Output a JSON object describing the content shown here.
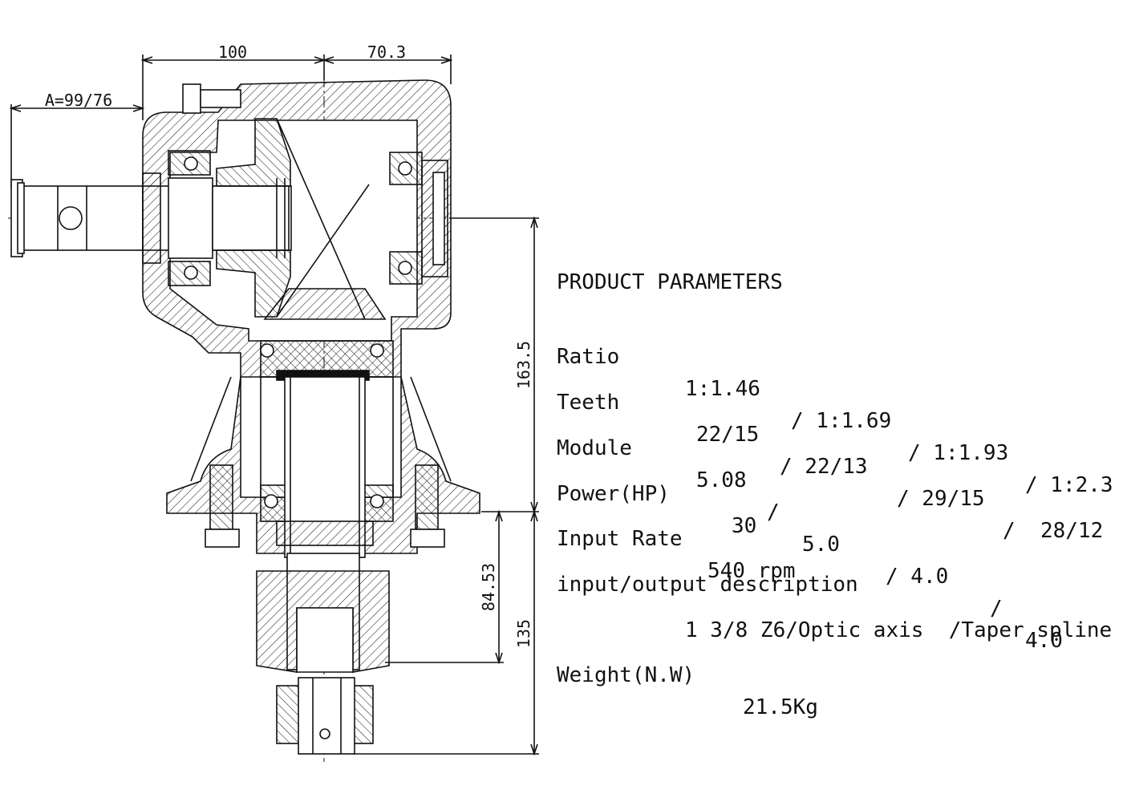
{
  "dimensions": {
    "width_top_left": "100",
    "width_top_right": "70.3",
    "shaft_a": "A=99/76",
    "height_total_upper": "163.5",
    "height_output": "84.53",
    "height_output_total": "135"
  },
  "parameters": {
    "heading": "PRODUCT PARAMETERS",
    "ratio": {
      "label": "Ratio",
      "values": [
        "1:1.46",
        "/ 1:1.69",
        "/ 1:1.93",
        "/ 1:2.3"
      ]
    },
    "teeth": {
      "label": "Teeth",
      "values": [
        "22/15",
        "/ 22/13",
        "/ 29/15",
        "/  28/12"
      ]
    },
    "module": {
      "label": "Module",
      "values": [
        "5.08",
        "/",
        "5.0",
        "/ 4.0",
        "/",
        "4.0"
      ]
    },
    "power": {
      "label": "Power(HP)",
      "value": "30"
    },
    "input_rate": {
      "label": "Input Rate",
      "value": "540 rpm"
    },
    "io_description": {
      "label": "input/output description",
      "value": "1 3/8 Z6/Optic axis  /Taper spline"
    },
    "weight": {
      "label": "Weight(N.W)",
      "value": "21.5Kg"
    }
  }
}
